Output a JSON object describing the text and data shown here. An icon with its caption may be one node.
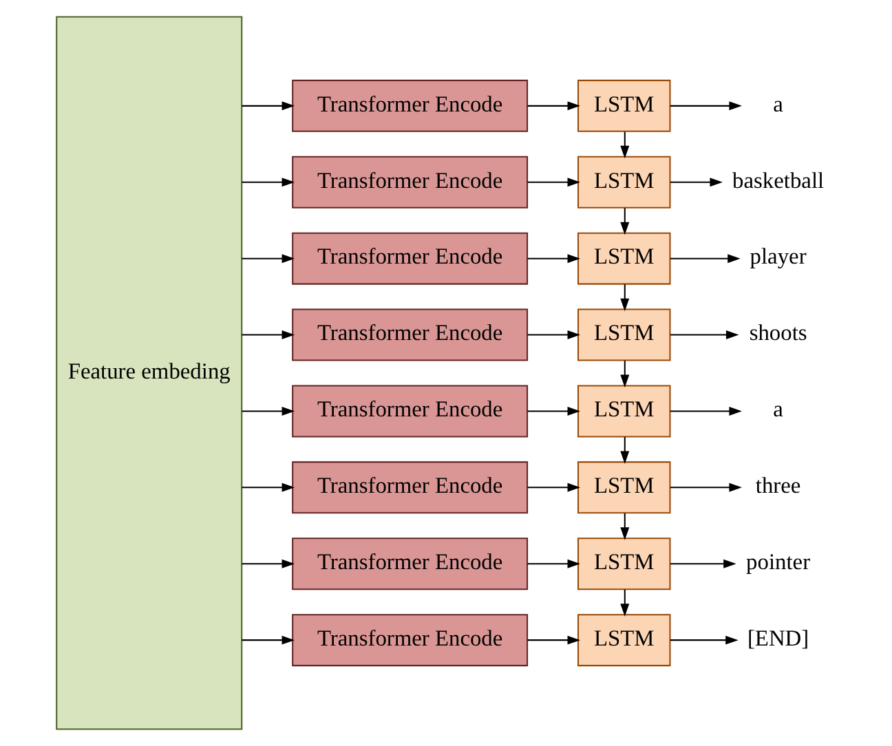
{
  "diagram": {
    "nodes": [
      {
        "text": [
          "Feature embeding"
        ]
      },
      {
        "text": [
          "Transformer Encode"
        ]
      },
      {
        "text": [
          "LSTM"
        ]
      },
      {
        "text": [
          "a"
        ]
      },
      {
        "text": [
          "Transformer Encode"
        ]
      },
      {
        "text": [
          "LSTM"
        ]
      },
      {
        "text": [
          "basketball"
        ]
      },
      {
        "text": [
          "Transformer Encode"
        ]
      },
      {
        "text": [
          "LSTM"
        ]
      },
      {
        "text": [
          "player"
        ]
      },
      {
        "text": [
          "Transformer Encode"
        ]
      },
      {
        "text": [
          "LSTM"
        ]
      },
      {
        "text": [
          "shoots"
        ]
      },
      {
        "text": [
          "Transformer Encode"
        ]
      },
      {
        "text": [
          "LSTM"
        ]
      },
      {
        "text": [
          "a"
        ]
      },
      {
        "text": [
          "Transformer Encode"
        ]
      },
      {
        "text": [
          "LSTM"
        ]
      },
      {
        "text": [
          "three"
        ]
      },
      {
        "text": [
          "Transformer Encode"
        ]
      },
      {
        "text": [
          "LSTM"
        ]
      },
      {
        "text": [
          "pointer"
        ]
      },
      {
        "text": [
          "Transformer Encode"
        ]
      },
      {
        "text": [
          "LSTM"
        ]
      },
      {
        "text": [
          "[END]"
        ]
      }
    ],
    "edges": [
      {
        "from": 0,
        "to": 1,
        "arrow": "to"
      },
      {
        "from": 0,
        "to": 4,
        "arrow": "to"
      },
      {
        "from": 0,
        "to": 7,
        "arrow": "to"
      },
      {
        "from": 0,
        "to": 10,
        "arrow": "to"
      },
      {
        "from": 0,
        "to": 13,
        "arrow": "to"
      },
      {
        "from": 0,
        "to": 16,
        "arrow": "to"
      },
      {
        "from": 0,
        "to": 19,
        "arrow": "to"
      },
      {
        "from": 0,
        "to": 22,
        "arrow": "to"
      },
      {
        "from": 1,
        "to": 2,
        "arrow": "to"
      },
      {
        "from": 2,
        "to": 3,
        "arrow": "to"
      },
      {
        "from": 2,
        "to": 5,
        "arrow": "to"
      },
      {
        "from": 4,
        "to": 5,
        "arrow": "to"
      },
      {
        "from": 5,
        "to": 6,
        "arrow": "to"
      },
      {
        "from": 5,
        "to": 8,
        "arrow": "to"
      },
      {
        "from": 7,
        "to": 8,
        "arrow": "to"
      },
      {
        "from": 8,
        "to": 9,
        "arrow": "to"
      },
      {
        "from": 8,
        "to": 11,
        "arrow": "to"
      },
      {
        "from": 10,
        "to": 11,
        "arrow": "to"
      },
      {
        "from": 11,
        "to": 12,
        "arrow": "to"
      },
      {
        "from": 11,
        "to": 14,
        "arrow": "to"
      },
      {
        "from": 13,
        "to": 14,
        "arrow": "to"
      },
      {
        "from": 14,
        "to": 15,
        "arrow": "to"
      },
      {
        "from": 14,
        "to": 17,
        "arrow": "to"
      },
      {
        "from": 16,
        "to": 17,
        "arrow": "to"
      },
      {
        "from": 17,
        "to": 18,
        "arrow": "to"
      },
      {
        "from": 17,
        "to": 20,
        "arrow": "to"
      },
      {
        "from": 19,
        "to": 20,
        "arrow": "to"
      },
      {
        "from": 20,
        "to": 21,
        "arrow": "to"
      },
      {
        "from": 20,
        "to": 23,
        "arrow": "to"
      },
      {
        "from": 22,
        "to": 23,
        "arrow": "to"
      },
      {
        "from": 23,
        "to": 24,
        "arrow": "to"
      }
    ]
  }
}
